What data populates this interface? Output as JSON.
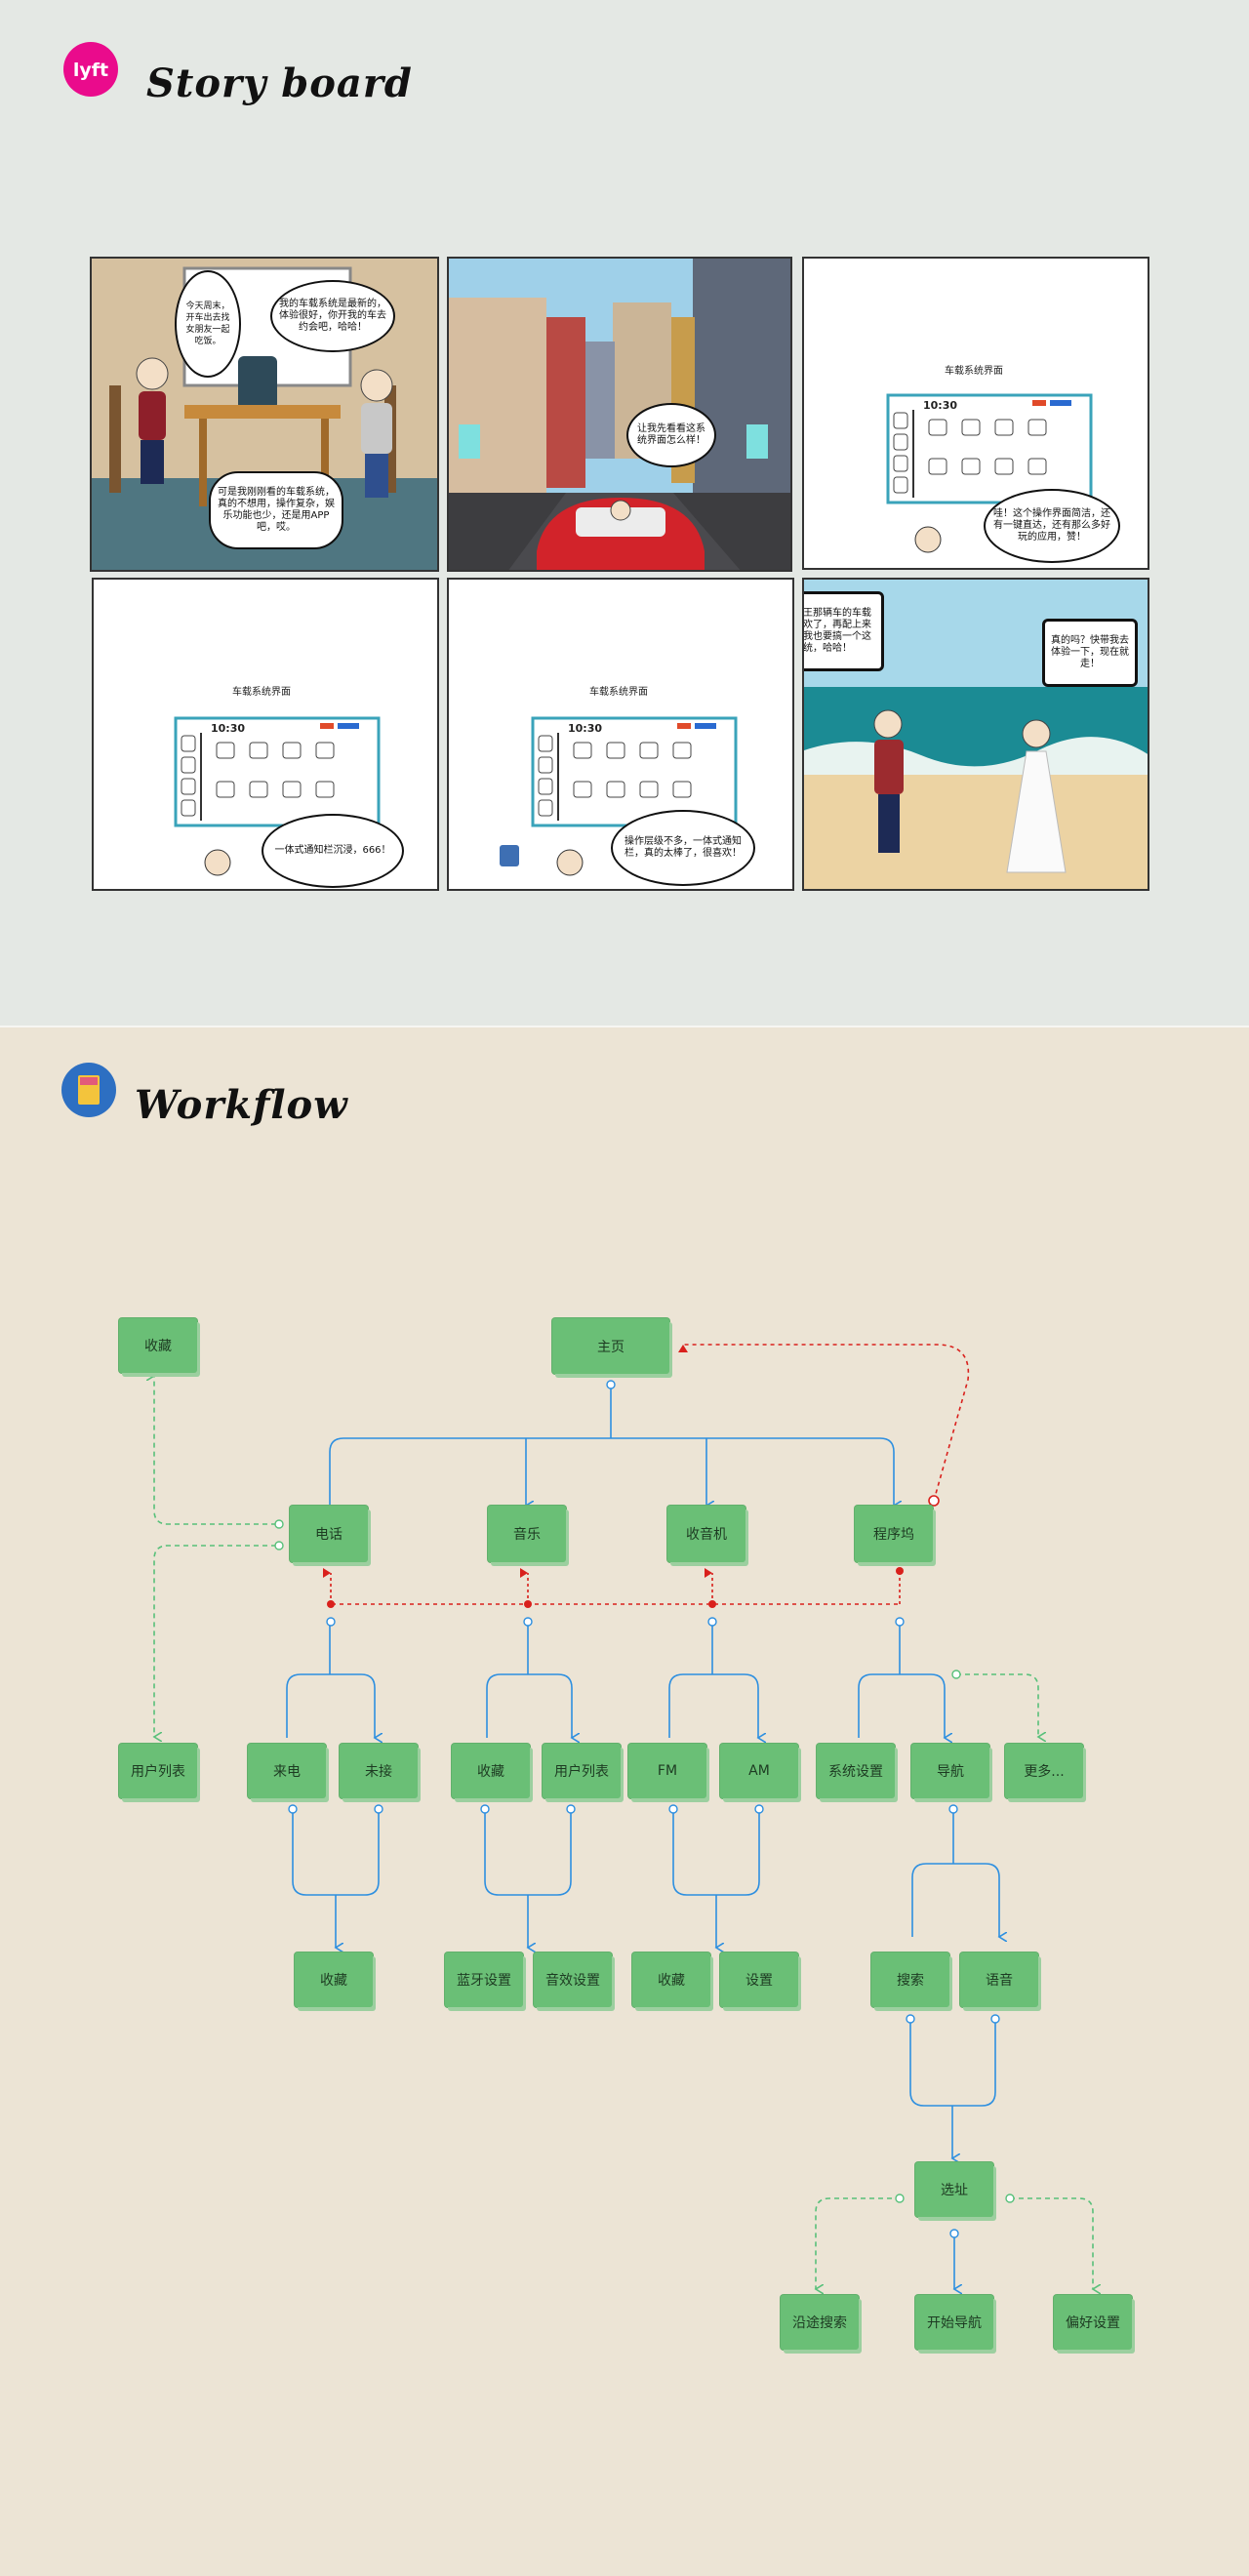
{
  "storyboard": {
    "title": "Story board",
    "panels": [
      {
        "bubbles": [
          "今天周末，开车出去找女朋友一起吃饭。",
          "我的车载系统是最新的，体验很好，你开我的车去约会吧，哈哈！",
          "可是我刚刚看的车载系统，真的不想用，操作复杂，娱乐功能也少，还是用APP吧，哎。"
        ]
      },
      {
        "bubbles": [
          "让我先看看这系统界面怎么样！"
        ]
      },
      {
        "screen_label": "车载系统界面",
        "time": "10:30",
        "bubbles": [
          "哇！这个操作界面简洁，还有一键直达，还有那么多好玩的应用，赞！"
        ]
      },
      {
        "screen_label": "车载系统界面",
        "time": "10:30",
        "bubbles": [
          "一体式通知栏沉浸，666！"
        ]
      },
      {
        "screen_label": "车载系统界面",
        "time": "10:30",
        "bubbles": [
          "操作层级不多，一体式通知栏，真的太棒了，很喜欢！"
        ]
      },
      {
        "bubbles": [
          "亲爱的，老王那辆车的车载系统我太喜欢了，再配上来调戏，下次我也要搞一个这样的系统，哈哈！",
          "真的吗？快带我去体验一下，现在就走！"
        ]
      }
    ]
  },
  "workflow": {
    "title": "Workflow",
    "nodes": {
      "home": "主页",
      "fav_top": "收藏",
      "phone": "电话",
      "music": "音乐",
      "radio": "收音机",
      "apps": "程序坞",
      "user_list_left": "用户列表",
      "incoming": "来电",
      "missed": "未接",
      "music_fav": "收藏",
      "music_users": "用户列表",
      "fm": "FM",
      "am": "AM",
      "sys_settings": "系统设置",
      "nav": "导航",
      "more": "更多...",
      "phone_fav": "收藏",
      "bt_settings": "蓝牙设置",
      "sound_settings": "音效设置",
      "radio_fav": "收藏",
      "radio_settings": "设置",
      "search": "搜索",
      "voice": "语音",
      "select_addr": "选址",
      "along_search": "沿途搜索",
      "start_nav": "开始导航",
      "pref_settings": "偏好设置"
    }
  },
  "colors": {
    "node": "#6abf76",
    "solid_line": "#2d8fe0",
    "dashed_green": "#58c07a",
    "dashed_red": "#d9201c"
  }
}
